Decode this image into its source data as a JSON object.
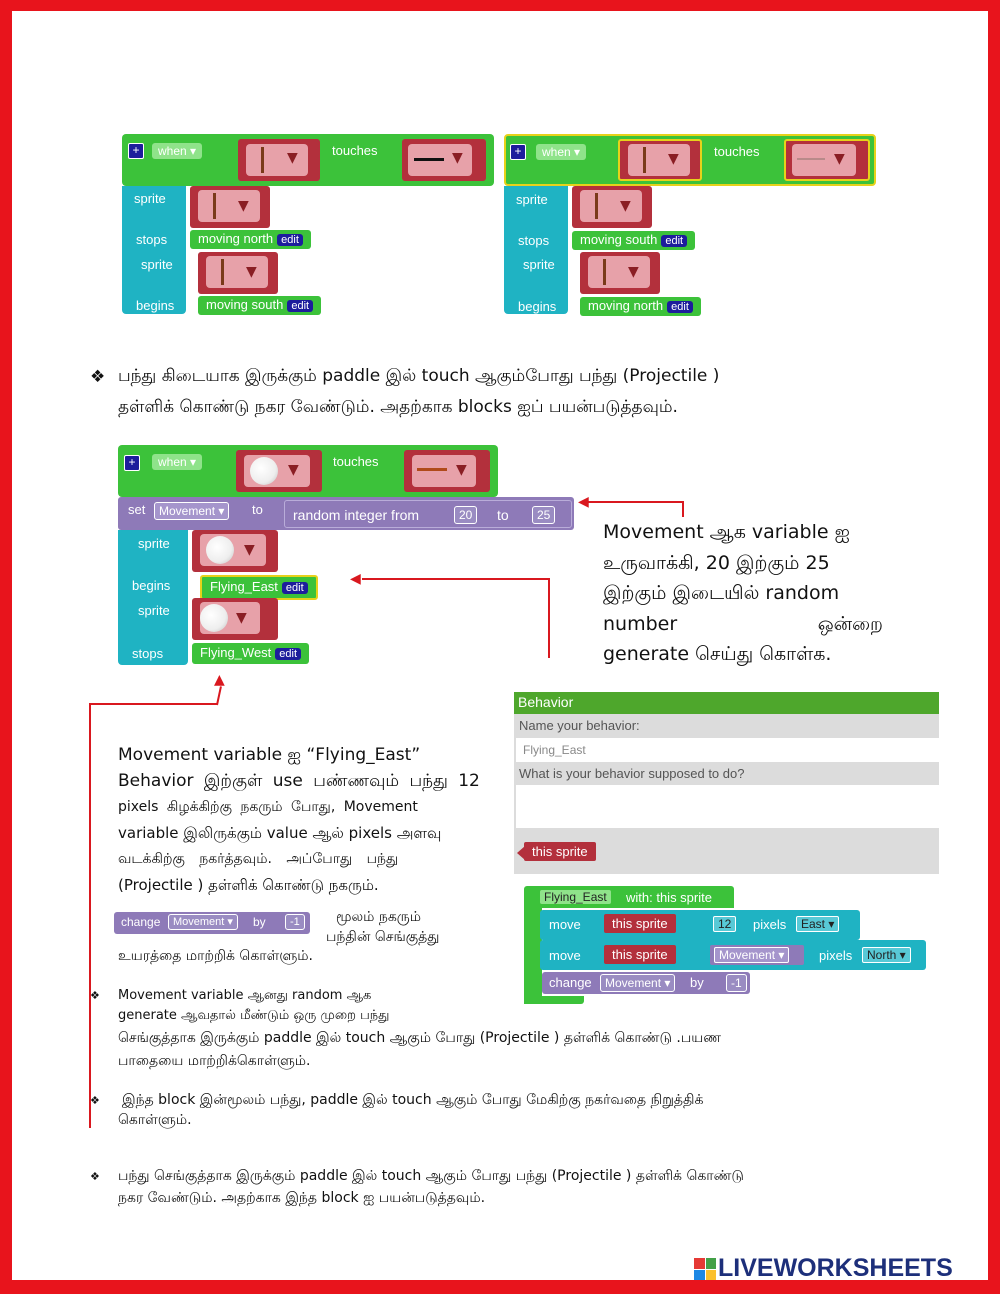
{
  "block1": {
    "when": "when ▾",
    "touches": "touches",
    "sprite1": "sprite",
    "stops": "stops",
    "stops_behavior": "moving north",
    "sprite2": "sprite",
    "begins": "begins",
    "begins_behavior": "moving south",
    "edit": "edit"
  },
  "block2": {
    "when": "when ▾",
    "touches": "touches",
    "sprite1": "sprite",
    "stops": "stops",
    "stops_behavior": "moving south",
    "sprite2": "sprite",
    "begins": "begins",
    "begins_behavior": "moving north",
    "edit": "edit"
  },
  "bullet1": {
    "line1": "பந்து கிடையாக இருக்கும் paddle இல் touch ஆகும்போது பந்து (Projectile )",
    "line2": "தள்ளிக் கொண்டு நகர வேண்டும். அதற்காக blocks ஐப் பயன்படுத்தவும்."
  },
  "block3": {
    "when": "when ▾",
    "touches": "touches",
    "set": "set",
    "movement_var": "Movement ▾",
    "to": "to",
    "random": "random integer from",
    "from_num": "20",
    "to_word": "to",
    "to_num": "25",
    "sprite1": "sprite",
    "begins": "begins",
    "begins_behavior": "Flying_East",
    "sprite2": "sprite",
    "stops": "stops",
    "stops_behavior": "Flying_West",
    "edit": "edit"
  },
  "note_movement": {
    "line1": "Movement ஆக variable ஐ",
    "line2": "உருவாக்கி, 20 இற்கும் 25",
    "line3": "இற்கும் இடையில் random",
    "line4a": "number",
    "line4b": "ஒன்றை",
    "line5": "generate செய்து கொள்க."
  },
  "behavior_panel": {
    "title": "Behavior",
    "name_label": "Name your behavior:",
    "name_value": "Flying_East",
    "purpose_label": "What is your behavior supposed to do?",
    "this_sprite": "this sprite"
  },
  "explain": {
    "l1": "Movement variable ஐ “Flying_East”",
    "l2": "Behavior இற்குள் use பண்ணவும் பந்து 12",
    "l3": "pixels கிழக்கிற்கு நகரும் போது, Movement",
    "l4": "variable இலிருக்கும் value ஆல் pixels அளவு",
    "l5": "வடக்கிற்கு நகர்த்தவும். அப்போது பந்து",
    "l6": "(Projectile ) தள்ளிக் கொண்டு நகரும்."
  },
  "change_block": {
    "change": "change",
    "var": "Movement ▾",
    "by": "by",
    "val": "-1"
  },
  "change_note": {
    "l1": "மூலம் நகரும்",
    "l2": "பந்தின் செங்குத்து",
    "l3": "உயரத்தை மாற்றிக் கொள்ளும்."
  },
  "flying_east_block": {
    "header_name": "Flying_East",
    "header_with": "with: this sprite",
    "move1": "move",
    "this_sprite1": "this sprite",
    "num12": "12",
    "pixels1": "pixels",
    "dir1": "East ▾",
    "move2": "move",
    "this_sprite2": "this sprite",
    "movement": "Movement ▾",
    "pixels2": "pixels",
    "dir2": "North ▾",
    "change": "change",
    "change_var": "Movement ▾",
    "by": "by",
    "val": "-1"
  },
  "bullet2": {
    "l1": "Movement variable ஆனது random ஆக",
    "l2": "generate ஆவதால் மீண்டும் ஒரு முறை பந்து",
    "l3": "செங்குத்தாக இருக்கும் paddle இல் touch ஆகும் போது (Projectile ) தள்ளிக் கொண்டு .பயண",
    "l4": "பாதையை மாற்றிக்கொள்ளும்."
  },
  "bullet3": {
    "l1": "இந்த block இன்மூலம் பந்து, paddle இல் touch ஆகும் போது மேகிற்கு நகர்வதை நிறுத்திக்",
    "l2": "கொள்ளும்."
  },
  "bullet4": {
    "l1": "பந்து செங்குத்தாக இருக்கும் paddle இல் touch ஆகும் போது பந்து (Projectile ) தள்ளிக் கொண்டு",
    "l2": "நகர வேண்டும். அதற்காக இந்த block ஐ பயன்படுத்தவும்."
  },
  "logo": {
    "text": "LIVEWORKSHEETS"
  },
  "colors": {
    "border": "#e8141c",
    "green": "#3cc23a",
    "teal": "#1fb3c3",
    "purple": "#8e7ab8",
    "maroon": "#b3303c",
    "logo": "#1d2f7a"
  }
}
